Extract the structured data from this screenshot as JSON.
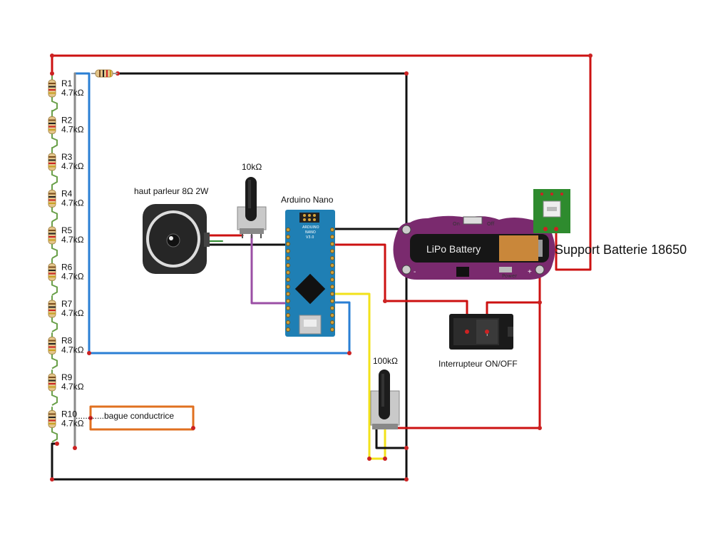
{
  "resistors": [
    {
      "name": "R1",
      "value": "4.7kΩ"
    },
    {
      "name": "R2",
      "value": "4.7kΩ"
    },
    {
      "name": "R3",
      "value": "4.7kΩ"
    },
    {
      "name": "R4",
      "value": "4.7kΩ"
    },
    {
      "name": "R5",
      "value": "4.7kΩ"
    },
    {
      "name": "R6",
      "value": "4.7kΩ"
    },
    {
      "name": "R7",
      "value": "4.7kΩ"
    },
    {
      "name": "R8",
      "value": "4.7kΩ"
    },
    {
      "name": "R9",
      "value": "4.7kΩ"
    },
    {
      "name": "R10",
      "value": "4.7kΩ"
    }
  ],
  "labels": {
    "ring": "............bague conductrice",
    "speaker": "haut parleur 8Ω 2W",
    "pot_small": "10kΩ",
    "pot_large": "100kΩ",
    "arduino": "Arduino Nano",
    "switch": "Interrupteur ON/OFF",
    "battery": "Support Batterie 18650"
  },
  "board_markings": {
    "arduino_logo": "ARDUINO",
    "arduino_model": "NANO",
    "arduino_version": "V3.0",
    "charger_on": "On",
    "charger_off": "Off",
    "charger_power": "Power",
    "charger_cell": "LiPo Battery",
    "charger_minus": "-",
    "charger_plus": "+",
    "switch_symbol": "I"
  },
  "colors": {
    "wire_red": "#cc1111",
    "wire_black": "#111111",
    "wire_blue": "#2a7fd4",
    "wire_yellow": "#f2e21a",
    "wire_purple": "#9b4fa5",
    "wire_grey": "#8a8a8a",
    "wire_orange": "#e07020",
    "arduino_board": "#1f7fb4",
    "charger_board": "#7a2a6e",
    "usb_board": "#2e8b2e"
  }
}
